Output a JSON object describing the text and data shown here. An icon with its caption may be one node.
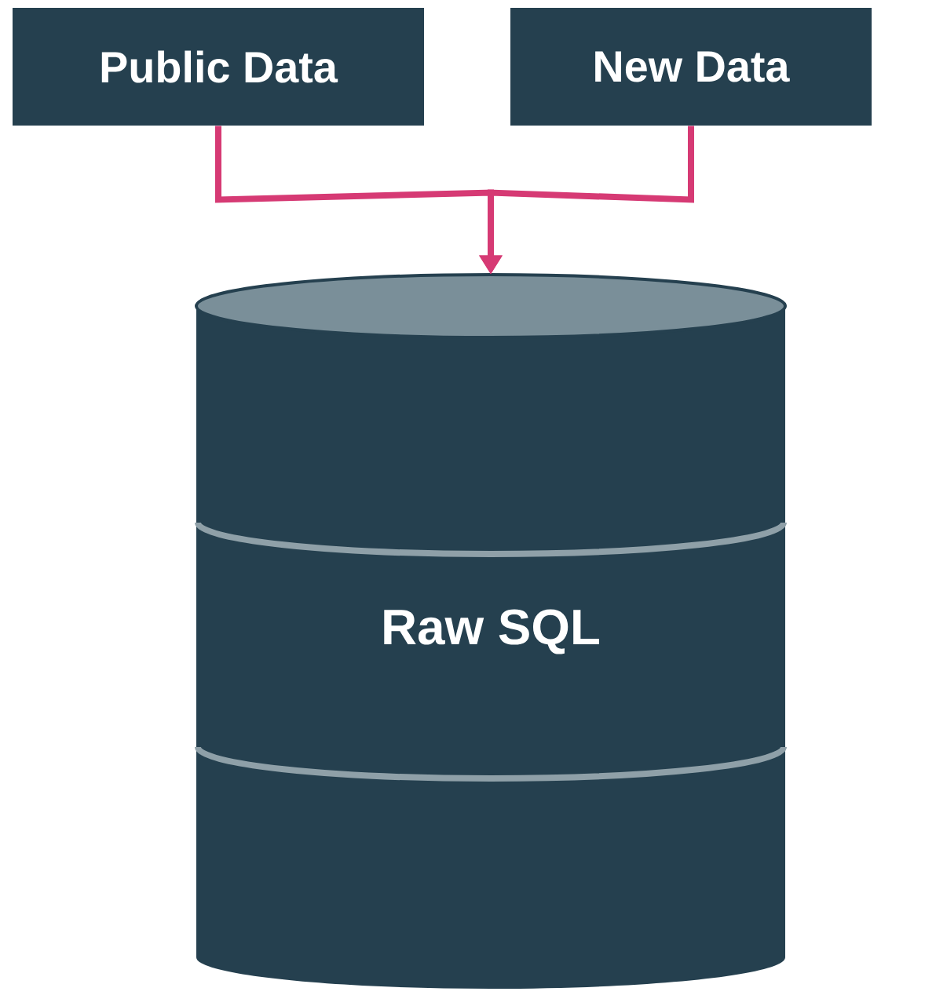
{
  "diagram": {
    "nodes": [
      {
        "text": [
          "Public Data"
        ]
      },
      {
        "text": [
          "New Data"
        ]
      },
      {
        "text": [
          "Raw SQL"
        ]
      }
    ],
    "edges": [
      {
        "from": 0,
        "to": 2,
        "arrow": "to"
      },
      {
        "from": 1,
        "to": 2,
        "arrow": "to"
      }
    ]
  }
}
